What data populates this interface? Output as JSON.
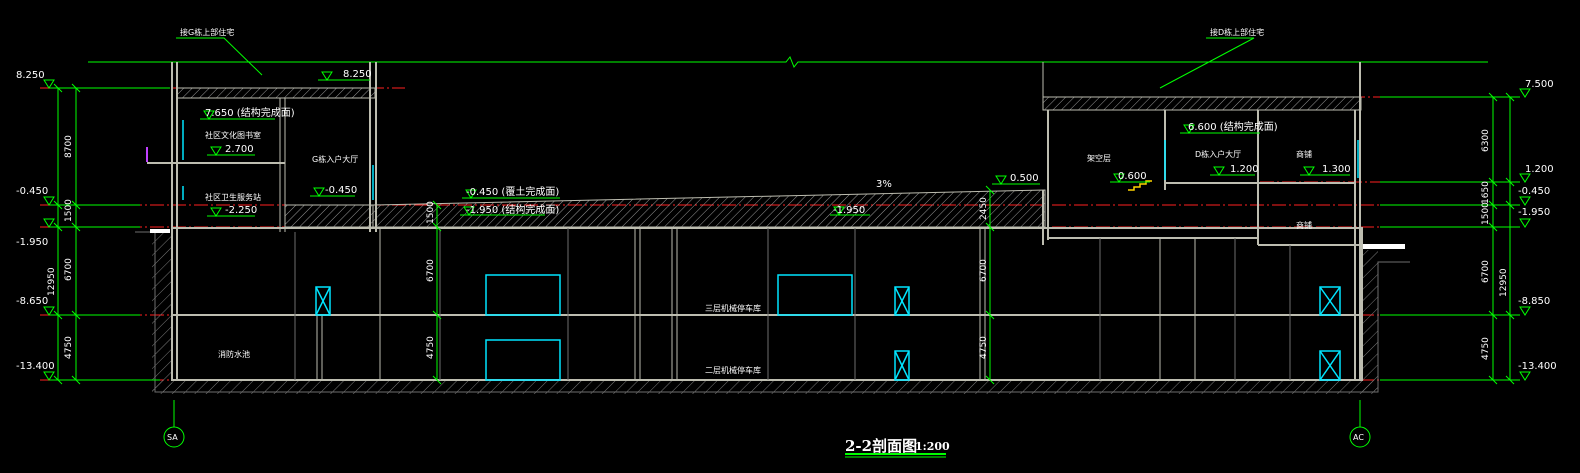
{
  "drawing": {
    "title": "2-2剖面图",
    "scale": "1:200",
    "leader_left": "接G栋上部住宅",
    "leader_right": "接D栋上部住宅",
    "slope": "3%"
  },
  "elev_left": [
    "8.250",
    "-0.450",
    "-1.950",
    "-8.650",
    "-13.400"
  ],
  "elev_right": [
    "7.500",
    "1.200",
    "-0.450",
    "-1.950",
    "-8.850",
    "-13.400"
  ],
  "dims_left": [
    "8700",
    "1500",
    "6700",
    "12950",
    "4750"
  ],
  "dims_right": [
    "6300",
    "1650",
    "1500",
    "6700",
    "12950",
    "4750"
  ],
  "dims_inner": [
    "1500",
    "6700",
    "4750",
    "2450",
    "6700",
    "4750"
  ],
  "inner_levels": {
    "a": "8.250",
    "b": "7.650 (结构完成面)",
    "c": "2.700",
    "d": "-0.450",
    "e": "-2.250",
    "f": "-0.450 (覆土完成面)",
    "g": "-1.950 (结构完成面)",
    "h": "-1.950",
    "i": "0.500",
    "j": "6.600 (结构完成面)",
    "k": "0.600",
    "l": "1.200",
    "m": "1.300"
  },
  "rooms": {
    "library": "社区文化图书室",
    "health": "社区卫生服务站",
    "lobby_g": "G栋入户大厅",
    "fire_pool": "消防水池",
    "park3": "三层机械停车库",
    "park2": "二层机械停车库",
    "overhead": "架空层",
    "lobby_d": "D栋入户大厅",
    "shop1": "商铺",
    "shop2": "商铺"
  },
  "axes": {
    "left": "SA",
    "right": "AC"
  },
  "colors": {
    "dimension": "#00ff00",
    "level_line": "#ff2020",
    "wall": "#bdbdb0",
    "door": "#00e5ff",
    "text": "#ffffff"
  }
}
